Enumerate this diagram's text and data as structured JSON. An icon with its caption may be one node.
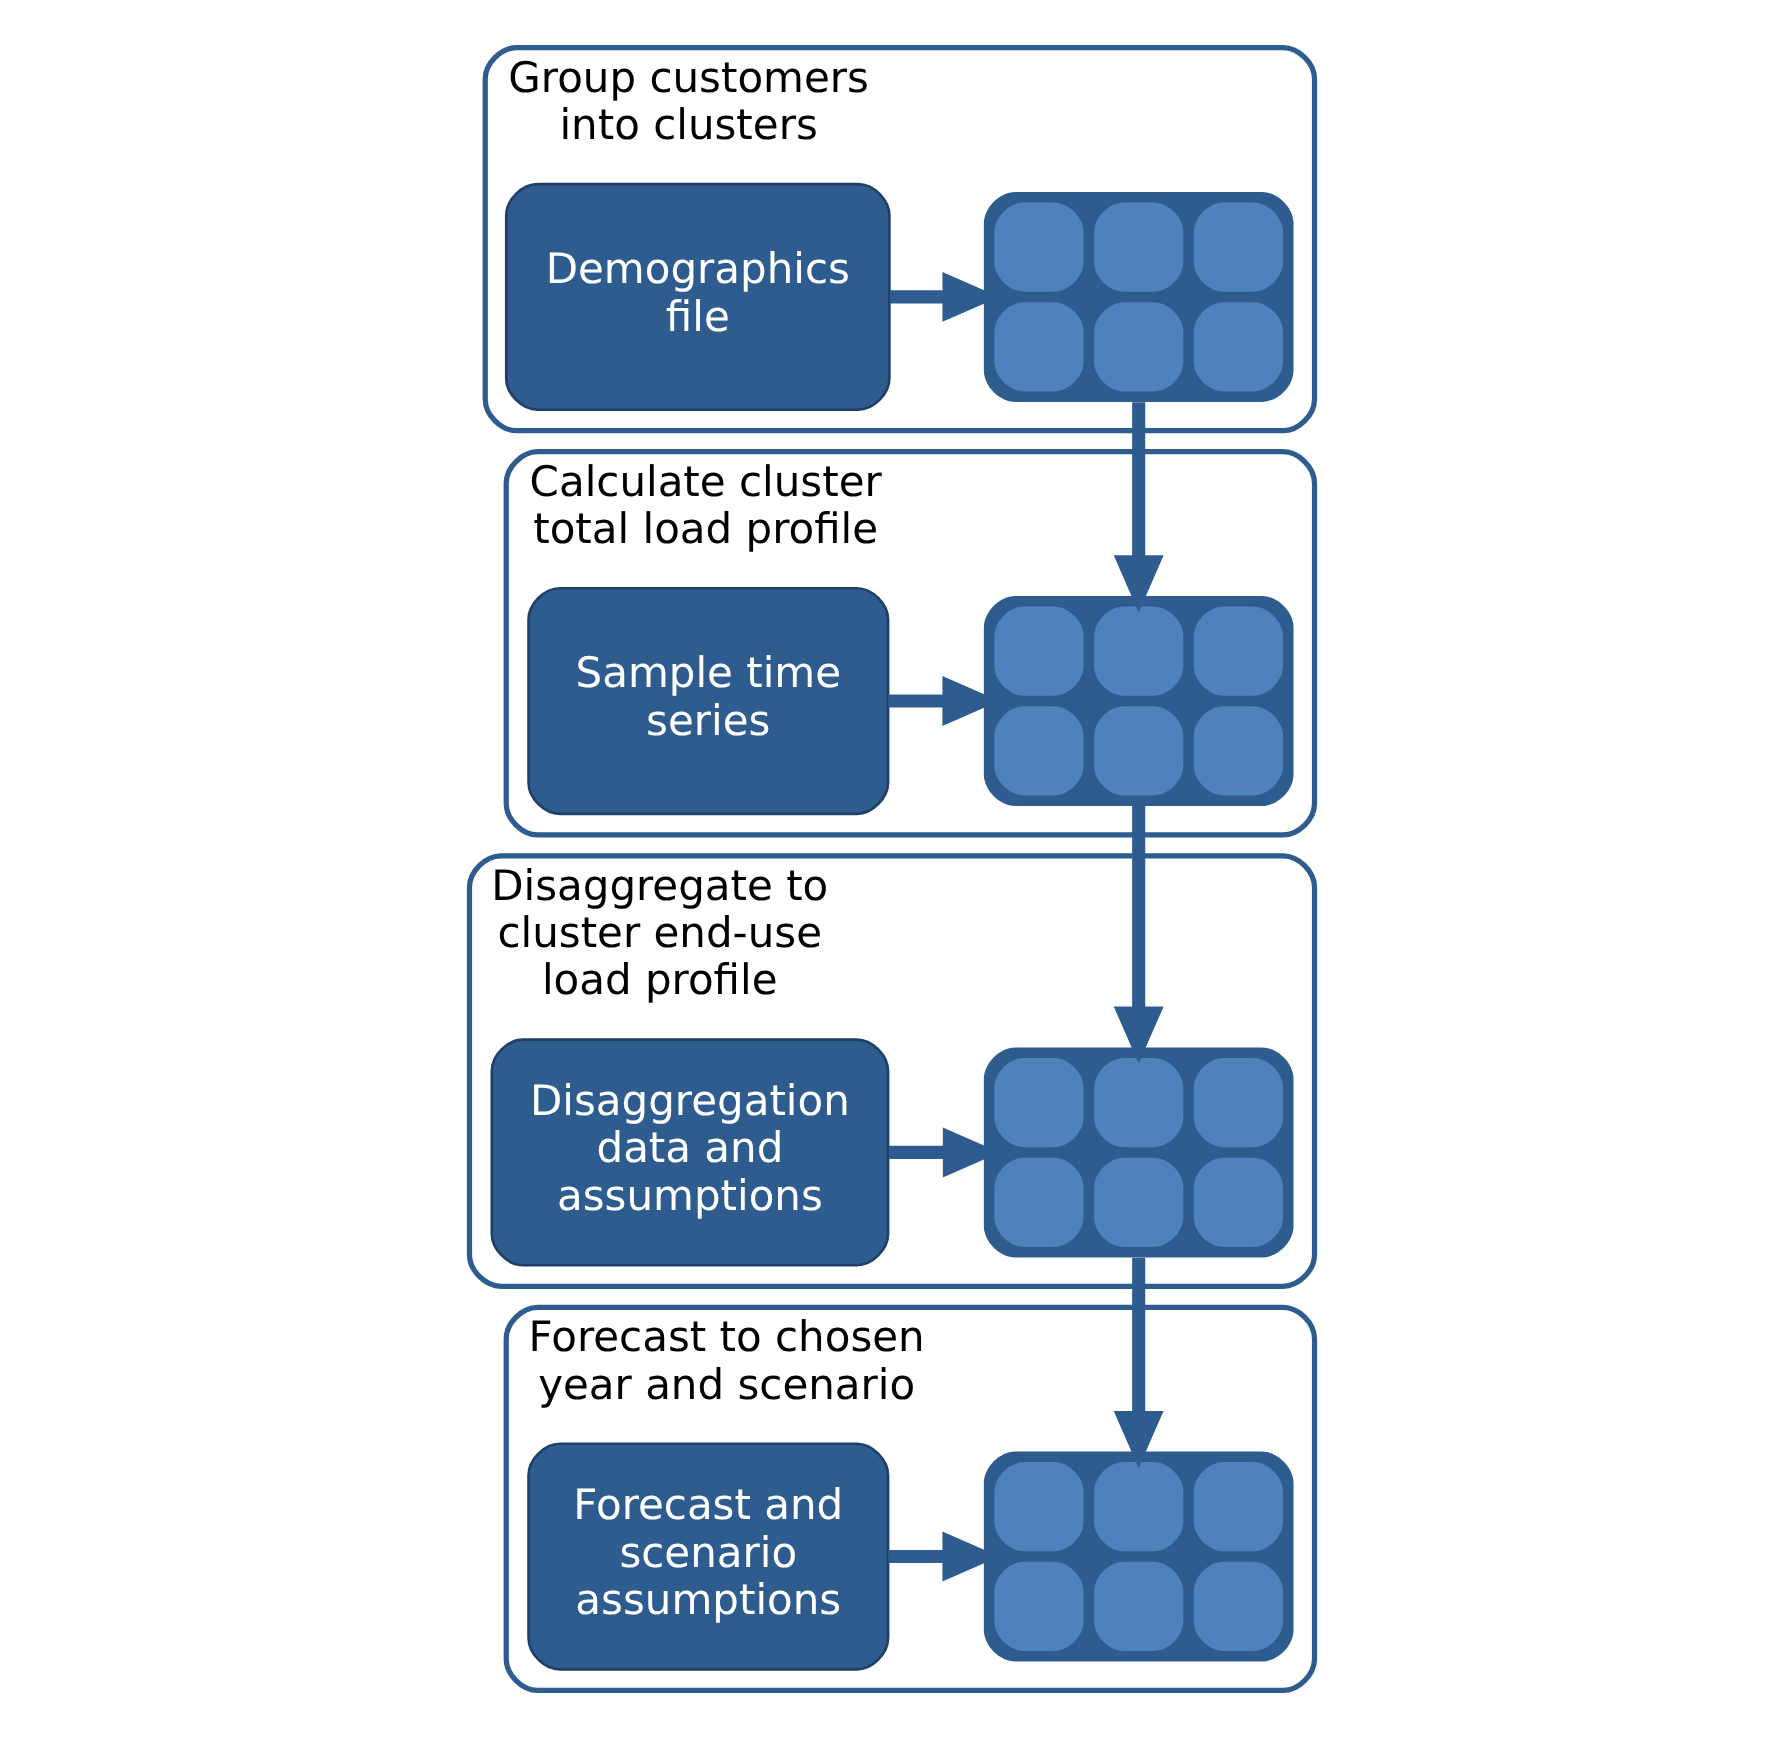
{
  "diagram": {
    "nodes": [
      {
        "text": [
          "Group customers into clusters"
        ]
      },
      {
        "text": [
          "Demographics file"
        ],
        "in": 0
      },
      {
        "text": [],
        "shape": "picture",
        "in": 0
      },
      {
        "text": [
          "Calculate cluster total load profile"
        ]
      },
      {
        "text": [
          "Sample time series"
        ],
        "in": 3
      },
      {
        "text": [],
        "shape": "picture",
        "in": 3
      },
      {
        "text": [
          "Disaggregate to cluster end-use load profile"
        ]
      },
      {
        "text": [
          "Disaggregation data and assumptions"
        ],
        "in": 6
      },
      {
        "text": [],
        "shape": "picture",
        "in": 6
      },
      {
        "text": [
          "Forecast to chosen year and scenario"
        ]
      },
      {
        "text": [
          "Forecast and scenario assumptions"
        ],
        "in": 9
      },
      {
        "text": [],
        "shape": "picture",
        "in": 9
      }
    ],
    "edges": [
      {
        "from": 1,
        "to": 2,
        "arrow": "to"
      },
      {
        "from": 2,
        "to": 5,
        "arrow": "to"
      },
      {
        "from": 4,
        "to": 5,
        "arrow": "to"
      },
      {
        "from": 5,
        "to": 8,
        "arrow": "to"
      },
      {
        "from": 7,
        "to": 8,
        "arrow": "to"
      },
      {
        "from": 8,
        "to": 11,
        "arrow": "to"
      },
      {
        "from": 10,
        "to": 11,
        "arrow": "to"
      }
    ]
  }
}
